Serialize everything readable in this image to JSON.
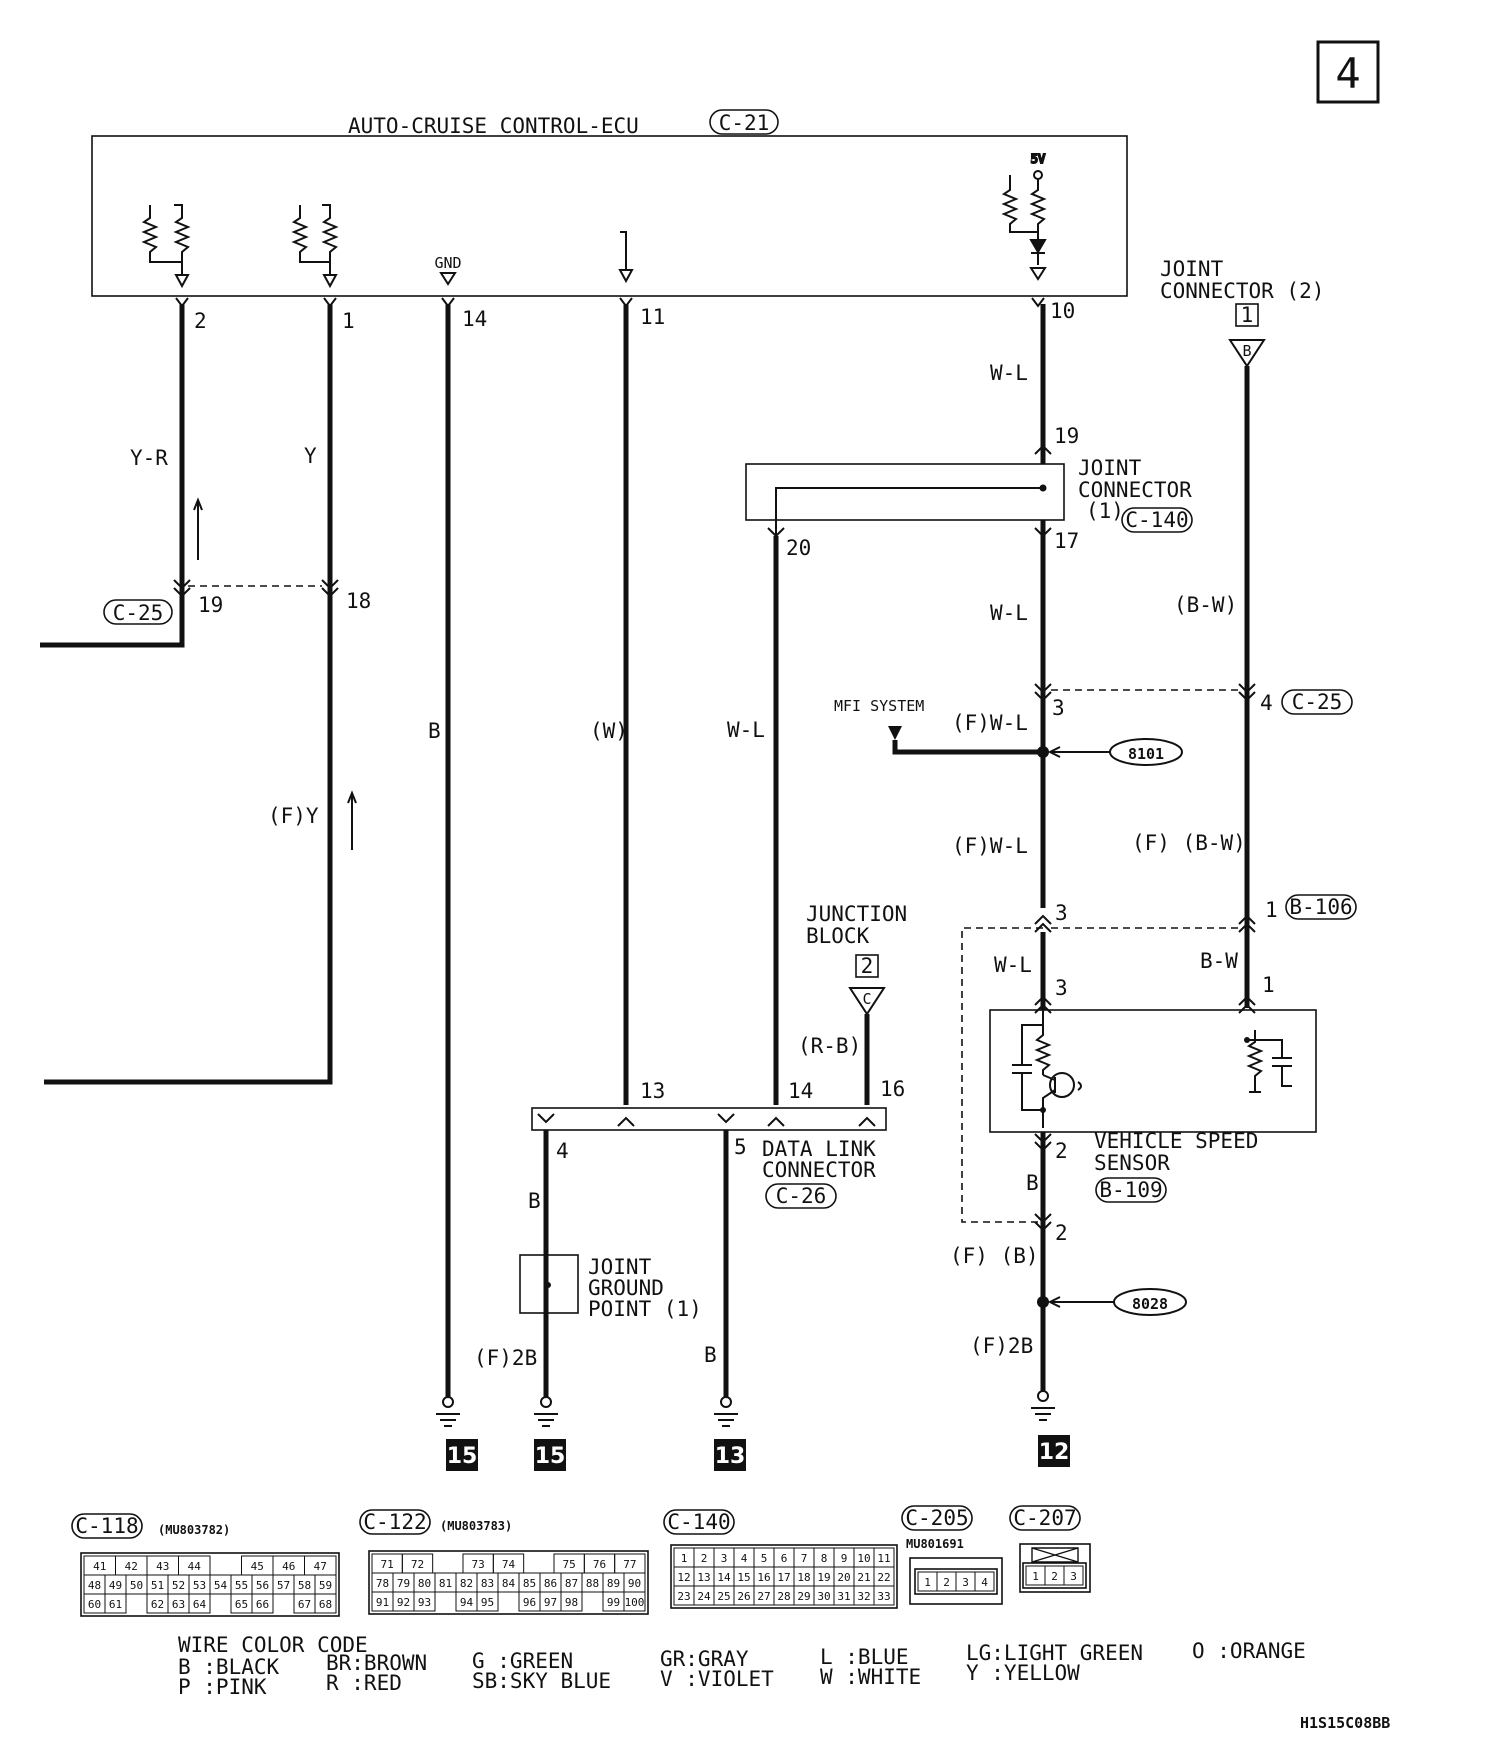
{
  "page_number": "4",
  "ecu": {
    "title": "AUTO-CRUISE CONTROL-ECU",
    "connector": "C-21",
    "gnd_label": "GND",
    "v5_label": "5V"
  },
  "ecu_pins": [
    "2",
    "1",
    "14",
    "11",
    "10"
  ],
  "joint_connector_2": {
    "title_line1": "JOINT",
    "title_line2": "CONNECTOR (2)",
    "box_num": "1",
    "tri_letter": "B"
  },
  "joint_connector_1": {
    "title_line1": "JOINT",
    "title_line2": "CONNECTOR",
    "title_line3": "(1)",
    "connector": "C-140",
    "pins": [
      "19",
      "20",
      "17"
    ]
  },
  "c25_left": {
    "connector": "C-25",
    "pins": [
      "19",
      "18"
    ]
  },
  "c25_right": {
    "pins": [
      "3",
      "4"
    ],
    "connector": "C-25"
  },
  "wire_labels": {
    "yr": "Y-R",
    "y": "Y",
    "fy": "(F)Y",
    "b_left": "B",
    "w_paren": "(W)",
    "wl_mid": "W-L",
    "wl_top": "W-L",
    "wl_2": "W-L",
    "bw_paren": "(B-W)",
    "fwl_mfi": "(F)W-L",
    "fwl_2": "(F)W-L",
    "fbw": "(F) (B-W)",
    "wl_3": "W-L",
    "bw": "B-W",
    "rb": "(R-B)",
    "b_dlc4": "B",
    "b_dlc5": "B",
    "b_vss": "B",
    "fb": "(F) (B)",
    "f2b_left": "(F)2B",
    "f2b_right": "(F)2B"
  },
  "mfi_system": "MFI SYSTEM",
  "splices": [
    "8101",
    "8028"
  ],
  "junction_block": {
    "title_line1": "JUNCTION",
    "title_line2": "BLOCK",
    "box_num": "2",
    "tri_letter": "C"
  },
  "b106": {
    "pins": [
      "3",
      "1"
    ],
    "connector": "B-106"
  },
  "vss": {
    "title_line1": "VEHICLE SPEED",
    "title_line2": "SENSOR",
    "connector": "B-109",
    "pins": [
      "3",
      "1",
      "2",
      "2"
    ]
  },
  "dlc": {
    "title_line1": "DATA LINK",
    "title_line2": "CONNECTOR",
    "connector": "C-26",
    "pins": [
      "13",
      "14",
      "16",
      "4",
      "5"
    ]
  },
  "joint_ground": {
    "title_line1": "JOINT",
    "title_line2": "GROUND",
    "title_line3": "POINT (1)"
  },
  "grounds": [
    "15",
    "15",
    "13",
    "12"
  ],
  "connectors_legend": [
    {
      "name": "C-118",
      "part": "(MU803782)"
    },
    {
      "name": "C-122",
      "part": "(MU803783)"
    },
    {
      "name": "C-140",
      "part": ""
    },
    {
      "name": "C-205",
      "part": "MU801691"
    },
    {
      "name": "C-207",
      "part": ""
    }
  ],
  "c118_rows": [
    [
      "41",
      "42",
      "43",
      "44",
      "",
      "45",
      "46",
      "47"
    ],
    [
      "48",
      "49",
      "50",
      "51",
      "52",
      "53",
      "54",
      "55",
      "56",
      "57",
      "58",
      "59"
    ],
    [
      "60",
      "61",
      "",
      "62",
      "63",
      "64",
      "",
      "65",
      "66",
      "",
      "67",
      "68"
    ]
  ],
  "c122_rows": [
    [
      "71",
      "72",
      "",
      "73",
      "74",
      "",
      "75",
      "76",
      "77"
    ],
    [
      "78",
      "79",
      "80",
      "81",
      "82",
      "83",
      "84",
      "85",
      "86",
      "87",
      "88",
      "89",
      "90"
    ],
    [
      "91",
      "92",
      "93",
      "",
      "94",
      "95",
      "",
      "96",
      "97",
      "98",
      "",
      "99",
      "100"
    ]
  ],
  "c140_rows": [
    [
      "1",
      "2",
      "3",
      "4",
      "5",
      "6",
      "7",
      "8",
      "9",
      "10",
      "11"
    ],
    [
      "12",
      "13",
      "14",
      "15",
      "16",
      "17",
      "18",
      "19",
      "20",
      "21",
      "22"
    ],
    [
      "23",
      "24",
      "25",
      "26",
      "27",
      "28",
      "29",
      "30",
      "31",
      "32",
      "33"
    ]
  ],
  "c205_cells": [
    "1",
    "2",
    "3",
    "4"
  ],
  "c207_cells": [
    "1",
    "2",
    "3"
  ],
  "wire_color_code": {
    "title": "WIRE COLOR CODE",
    "entries": [
      "B :BLACK",
      "P :PINK",
      "BR:BROWN",
      "R :RED",
      "G :GREEN",
      "SB:SKY BLUE",
      "GR:GRAY",
      "V :VIOLET",
      "L :BLUE",
      "W :WHITE",
      "LG:LIGHT GREEN",
      "Y :YELLOW",
      "O :ORANGE"
    ]
  },
  "doc_code": "H1S15C08BB"
}
